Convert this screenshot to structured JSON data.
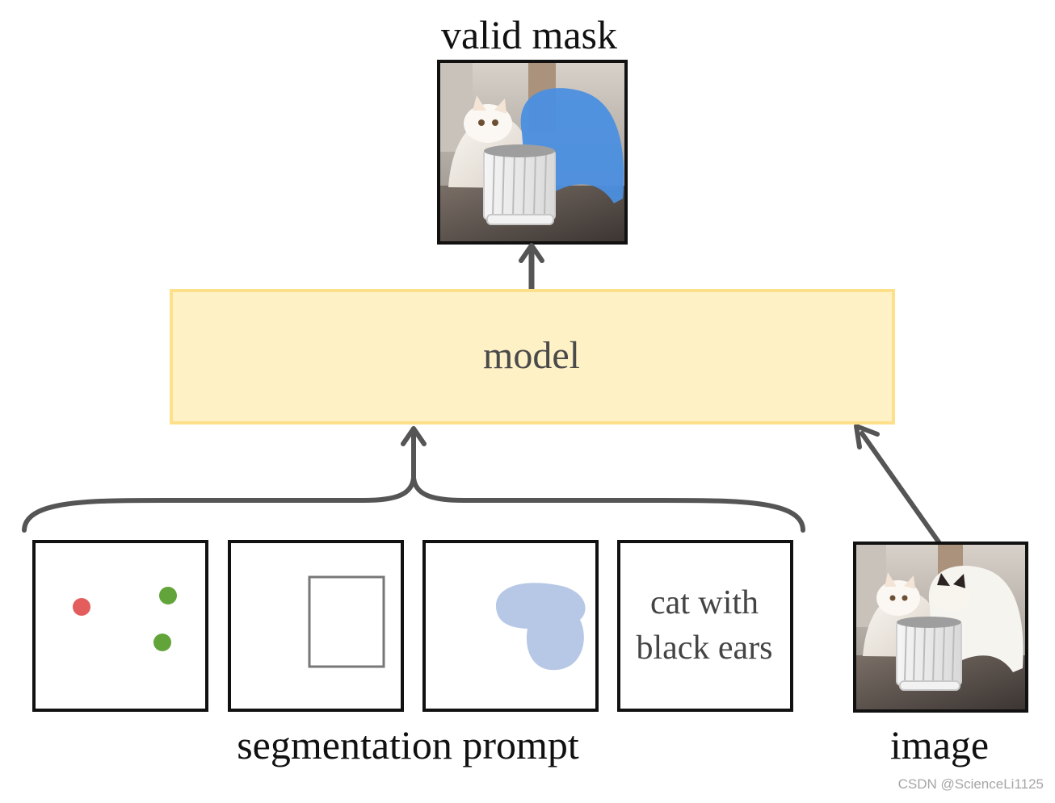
{
  "diagram": {
    "top_label": "valid mask",
    "model_label": "model",
    "prompt_group_label": "segmentation prompt",
    "image_label": "image",
    "text_prompt_line_1": "cat with",
    "text_prompt_line_2": "black ears",
    "watermark": "CSDN @ScienceLi1125"
  },
  "colors": {
    "model_fill": "#fff1c6",
    "model_border": "#ffe08a",
    "arrow": "#555555",
    "point_red": "#e35d5d",
    "point_green": "#62a43a",
    "mask_blue": "#b7c7e6",
    "cat_mask_blue": "#4b8fe0"
  },
  "icons": {
    "points_prompt": "points-icon",
    "box_prompt": "box-icon",
    "mask_prompt": "mask-icon",
    "text_prompt": "text-prompt",
    "output_image": "masked-cat-photo",
    "input_image": "cat-photo"
  }
}
